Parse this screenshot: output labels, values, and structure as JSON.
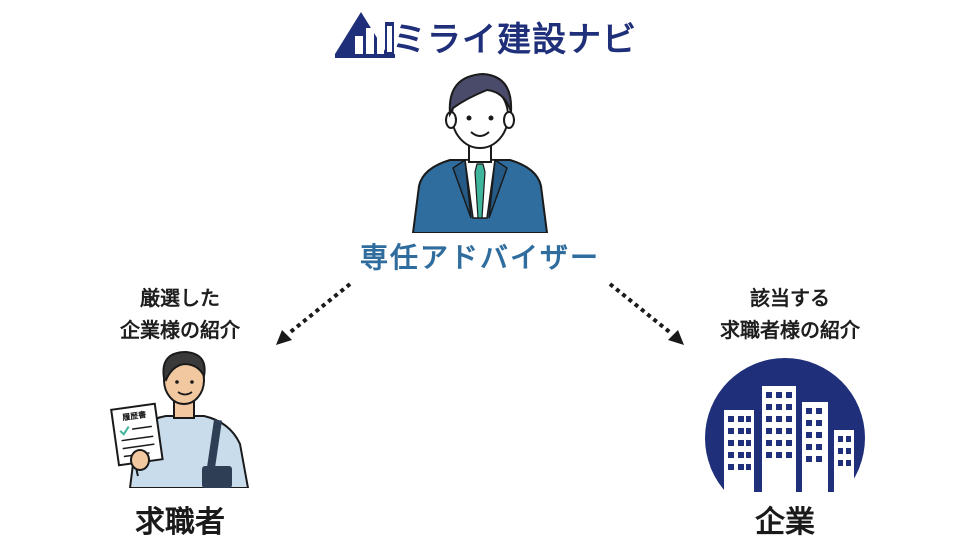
{
  "brand": {
    "name": "ミライ建設ナビ",
    "color": "#1f2f7a"
  },
  "advisor": {
    "label": "専任アドバイザー",
    "label_color": "#2f6d9e"
  },
  "flows": {
    "to_seeker": {
      "caption_line1": "厳選した",
      "caption_line2": "企業様の紹介"
    },
    "to_company": {
      "caption_line1": "該当する",
      "caption_line2": "求職者様の紹介"
    }
  },
  "seeker": {
    "label": "求職者",
    "document_title": "履歴書"
  },
  "company": {
    "label": "企業"
  },
  "icons": {
    "logo": "building-logo-icon",
    "advisor": "businessman-icon",
    "seeker": "job-seeker-with-resume-icon",
    "company": "office-buildings-icon"
  }
}
